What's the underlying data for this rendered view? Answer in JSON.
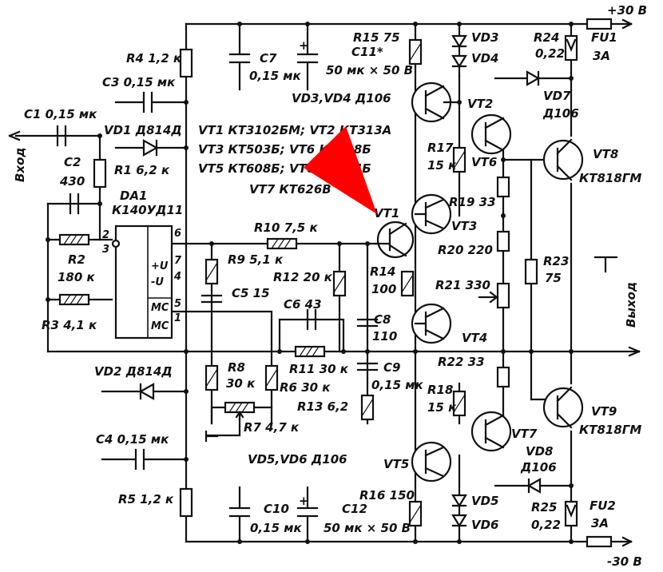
{
  "rails": {
    "plus": "+30 В",
    "minus": "-30 В"
  },
  "io": {
    "input": "Вход",
    "output": "Выход"
  },
  "notes": {
    "line1": "VT1  КТ3102БМ; VT2  КТ313А",
    "line2": "VT3  КТ503Б; VT6  КТ608Б",
    "line3": "VT5  КТ608Б; VT6  КТ504Б",
    "line4": "VT7  КТ626В",
    "vd3vd4": "VD3,VD4  Д106",
    "vd5vd6": "VD5,VD6  Д106"
  },
  "opamp": {
    "name": "DA1",
    "type": "К140УД11",
    "pin2": "2",
    "pin3": "3",
    "pin6": "6",
    "pin7": "7",
    "pin4": "4",
    "pin5": "5",
    "pin1": "1",
    "plus_u": "+U",
    "minus_u": "-U",
    "mc1": "MC",
    "mc2": "MC"
  },
  "resistors": {
    "R1": "R1  6,2 к",
    "R2": "R2",
    "R2v": "180 к",
    "R3": "R3  4,1 к",
    "R4": "R4  1,2 к",
    "R5": "R5  1,2 к",
    "R6": "R6  30 к",
    "R7": "R7  4,7 к",
    "R8": "R8",
    "R8v": "30 к",
    "R9": "R9  5,1 к",
    "R10": "R10  7,5 к",
    "R11": "R11  30 к",
    "R12": "R12  20 к",
    "R13": "R13  6,2",
    "R14": "R14",
    "R14v": "100",
    "R15": "R15  75",
    "R16": "R16  150",
    "R17": "R17",
    "R17v": "15 к",
    "R18": "R18",
    "R18v": "15 к",
    "R19": "R19  33",
    "R20": "R20  220",
    "R21": "R21  330",
    "R22": "R22  33",
    "R23": "R23",
    "R23v": "75",
    "R24": "R24",
    "R24v": "0,22",
    "R25": "R25",
    "R25v": "0,22"
  },
  "capacitors": {
    "C1": "C1  0,15 мк",
    "C2": "C2",
    "C2v": "430",
    "C3": "C3  0,15 мк",
    "C4": "C4  0,15 мк",
    "C5": "C5  15",
    "C6": "C6  43",
    "C7": "C7",
    "C7v": "0,15 мк",
    "C8": "C8",
    "C8v": "110",
    "C9": "C9",
    "C9v": "0,15 мк",
    "C10": "C10",
    "C10v": "0,15 мк",
    "C11": "C11*",
    "C11v": "50 мк × 50 В",
    "C12": "C12",
    "C12v": "50 мк × 50 В"
  },
  "diodes": {
    "VD1": "VD1  Д814Д",
    "VD2": "VD2  Д814Д",
    "VD3": "VD3",
    "VD4": "VD4",
    "VD5": "VD5",
    "VD6": "VD6",
    "VD7": "VD7",
    "VD7v": "Д106",
    "VD8": "VD8",
    "VD8v": "Д106"
  },
  "transistors": {
    "VT1": "VT1",
    "VT2": "VT2",
    "VT3": "VT3",
    "VT4": "VT4",
    "VT5": "VT5",
    "VT6": "VT6",
    "VT7": "VT7",
    "VT8": "VT8",
    "VT8v": "КТ818ГМ",
    "VT9": "VT9",
    "VT9v": "КТ818ГМ"
  },
  "fuses": {
    "FU1": "FU1",
    "FU1v": "3А",
    "FU2": "FU2",
    "FU2v": "3А"
  },
  "pointer": {
    "color": "#ff0000"
  }
}
